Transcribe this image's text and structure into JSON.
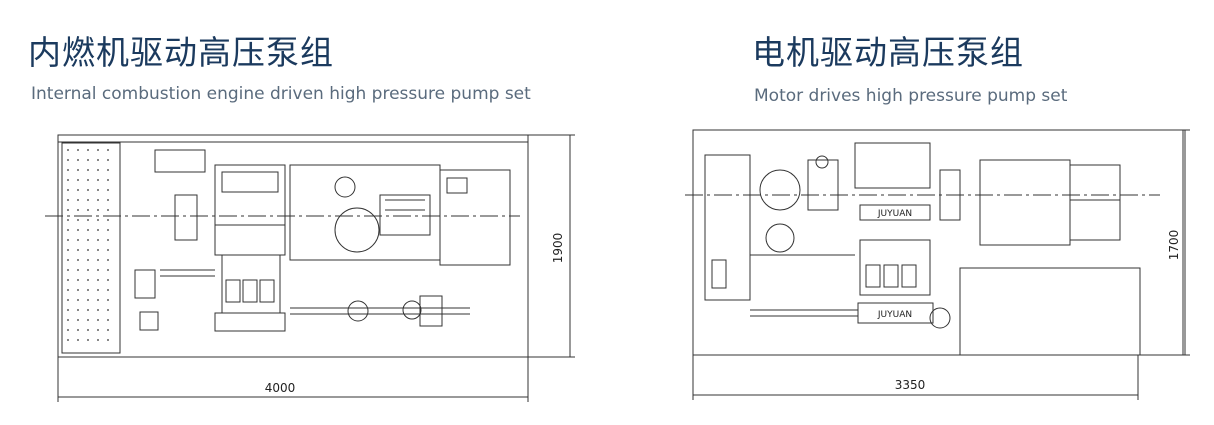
{
  "left": {
    "title_zh": "内燃机驱动高压泵组",
    "title_en": "Internal combustion engine driven high pressure pump set",
    "dim_length": "4000",
    "dim_height": "1900"
  },
  "right": {
    "title_zh": "电机驱动高压泵组",
    "title_en": "Motor drives high pressure pump set",
    "dim_length": "3350",
    "dim_height": "1700",
    "brand_upper": "JUYUAN",
    "brand_lower": "JUYUAN"
  },
  "colors": {
    "title": "#1b3a5e",
    "subtitle": "#5a6b7d",
    "line": "#333333"
  }
}
